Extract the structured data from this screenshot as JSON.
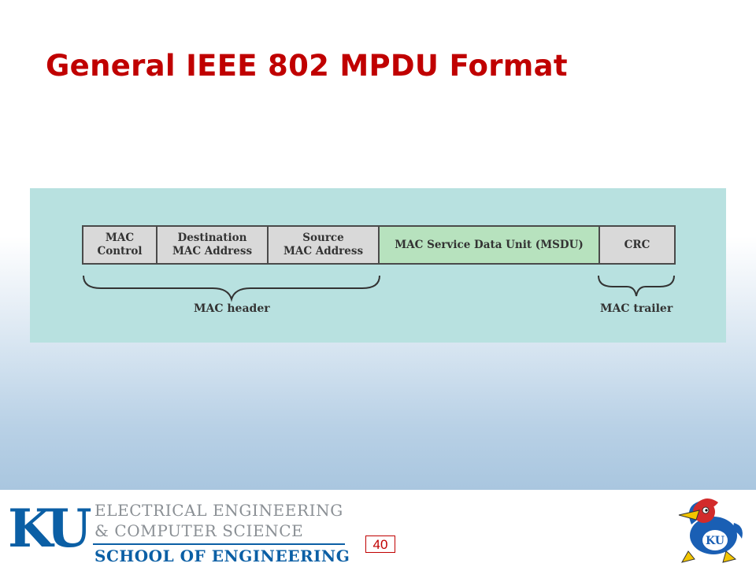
{
  "slide": {
    "title": "General IEEE 802 MPDU Format",
    "page_number": "40"
  },
  "diagram": {
    "fields": [
      {
        "label": "MAC\nControl"
      },
      {
        "label": "Destination\nMAC Address"
      },
      {
        "label": "Source\nMAC Address"
      },
      {
        "label": "MAC Service Data Unit (MSDU)"
      },
      {
        "label": "CRC"
      }
    ],
    "braces": {
      "header": "MAC header",
      "trailer": "MAC trailer"
    }
  },
  "footer": {
    "logo_text": "KU",
    "department_line1": "ELECTRICAL ENGINEERING",
    "department_line2": "& COMPUTER SCIENCE",
    "school": "SCHOOL OF ENGINEERING"
  },
  "colors": {
    "title": "#c00000",
    "panel": "#b8e1e0",
    "msdu": "#b7e2be",
    "ku_blue": "#0b5fa5"
  }
}
